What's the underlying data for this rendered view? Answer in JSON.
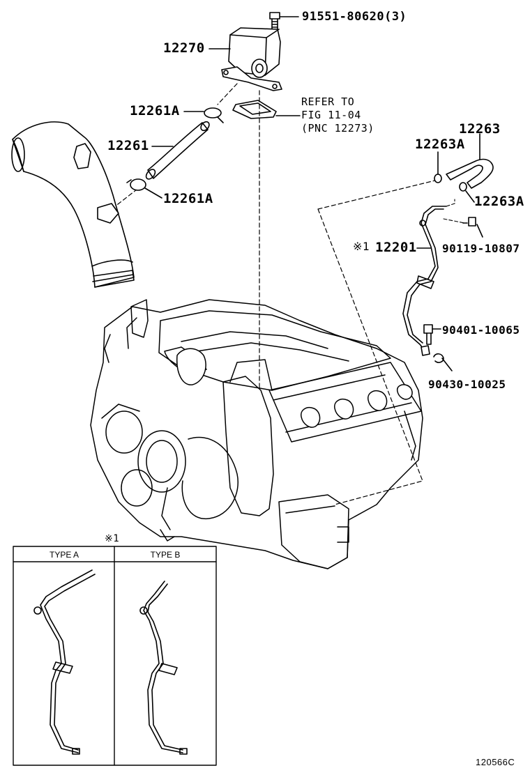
{
  "labels": {
    "bolt_top": "91551-80620(3)",
    "valve": "12270",
    "clamp_upper": "12261A",
    "hose": "12261",
    "clamp_lower": "12261A",
    "hose_right": "12263",
    "clamp_right_a": "12263A",
    "clamp_right_b": "12263A",
    "pipe_marker": "※1",
    "pipe": "12201",
    "bolt_right": "90119-10807",
    "bolt_lower": "90401-10065",
    "clamp_lower_right": "90430-10025",
    "refer_line1": "REFER TO",
    "refer_line2": "FIG 11-04",
    "refer_line3": "(PNC 12273)",
    "inset_marker": "※1",
    "ref_code": "120566C"
  },
  "inset": {
    "type_a": "TYPE A",
    "type_b": "TYPE B"
  }
}
